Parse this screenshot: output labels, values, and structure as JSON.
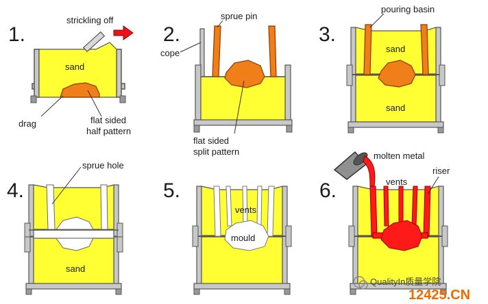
{
  "steps": [
    {
      "number": "1.",
      "labels": {
        "strickling": "strickling off",
        "sand": "sand",
        "drag": "drag",
        "pattern_line1": "flat sided",
        "pattern_line2": "half pattern"
      }
    },
    {
      "number": "2.",
      "labels": {
        "sprue_pin": "sprue pin",
        "cope": "cope",
        "pattern_line1": "flat sided",
        "pattern_line2": "split pattern"
      }
    },
    {
      "number": "3.",
      "labels": {
        "pouring_basin": "pouring basin",
        "sand_top": "sand",
        "sand_bottom": "sand"
      }
    },
    {
      "number": "4.",
      "labels": {
        "sprue_hole": "sprue hole",
        "sand": "sand"
      }
    },
    {
      "number": "5.",
      "labels": {
        "vents": "vents",
        "mould": "mould"
      }
    },
    {
      "number": "6.",
      "labels": {
        "molten_metal": "molten metal",
        "vents": "vents",
        "riser": "riser"
      }
    }
  ],
  "watermark": {
    "text": "QualityIn质量学院",
    "site": "12425.CN"
  },
  "colors": {
    "sand": "#ffff33",
    "pattern": "#f07f1a",
    "metal": "#ff1a1a",
    "frame": "#555555",
    "arrow": "#e8141c"
  }
}
